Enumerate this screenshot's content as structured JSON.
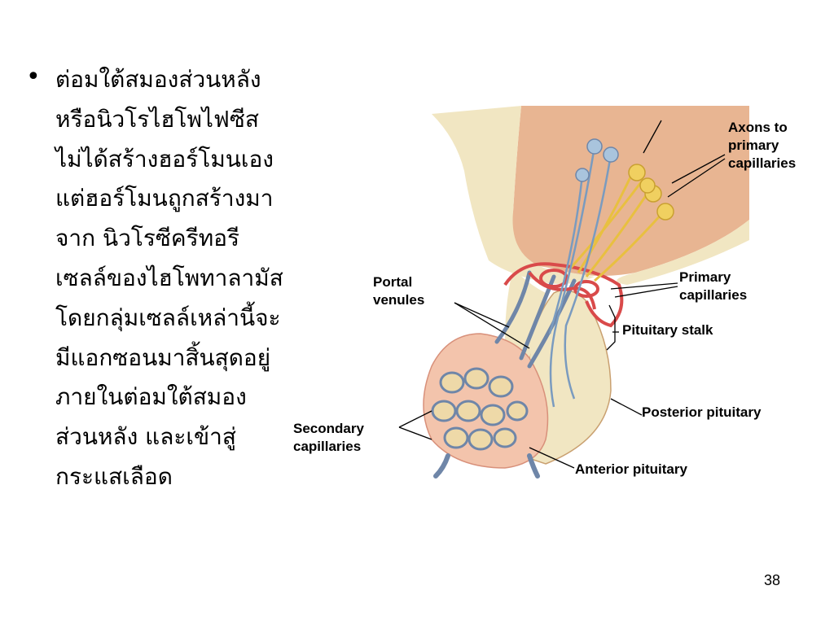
{
  "bullet": {
    "marker": "•",
    "lines": [
      "ต่อมใต้สมองส่วนหลัง",
      "หรือนิวโรไฮโพไฟซีส",
      "ไม่ได้สร้างฮอร์โมนเอง",
      "แต่ฮอร์โมนถูกสร้างมา",
      "จาก นิวโรซีครีทอรี",
      "เซลล์ของไฮโพทาลามัส",
      "โดยกลุ่มเซลล์เหล่านี้จะ",
      "มีแอกซอนมาสิ้นสุดอยู่",
      "ภายในต่อมใต้สมอง",
      "ส่วนหลัง และเข้าสู่",
      "กระแสเลือด"
    ]
  },
  "figure": {
    "labels": {
      "axons_line1": "Axons to",
      "axons_line2": "primary",
      "axons_line3": "capillaries",
      "primary_line1": "Primary",
      "primary_line2": "capillaries",
      "portal_line1": "Portal",
      "portal_line2": "venules",
      "stalk": "Pituitary stalk",
      "posterior": "Posterior pituitary",
      "secondary_line1": "Secondary",
      "secondary_line2": "capillaries",
      "anterior": "Anterior pituitary"
    },
    "colors": {
      "hypothalamus": "#e8b592",
      "tissue": "#f1e6c2",
      "anterior": "#f3c4ac",
      "axons": "#f0d060",
      "arteries": "#d94a4a",
      "veins": "#7a9bbf"
    }
  },
  "page_number": "38"
}
